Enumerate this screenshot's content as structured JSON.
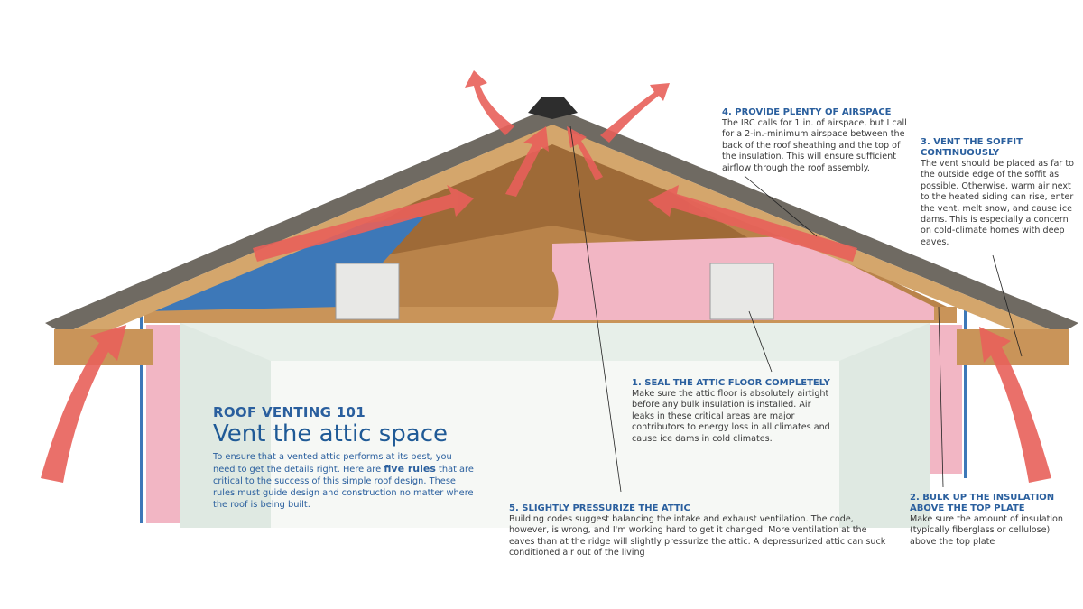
{
  "intro": {
    "kicker": "ROOF VENTING 101",
    "title": "Vent the attic space",
    "body_before": "To ensure that a vented attic performs at its best, you need to get the details right. Here are ",
    "body_bold": "five rules",
    "body_after": " that are critical to the success of this simple roof design. These rules must guide design and construction no matter where the roof is being built."
  },
  "callouts": [
    {
      "id": "seal-attic-floor",
      "title": "1. SEAL THE ATTIC FLOOR COMPLETELY",
      "text": "Make sure the attic floor is absolutely airtight before any bulk insulation is installed. Air leaks in these critical areas are major contributors to energy loss in all climates and cause ice dams in cold climates."
    },
    {
      "id": "bulk-up-insulation",
      "title": "2. BULK UP THE INSULATION ABOVE THE TOP PLATE",
      "text": "Make sure the amount of insulation (typically fiberglass or cellulose) above the top plate"
    },
    {
      "id": "vent-soffit",
      "title": "3. VENT THE SOFFIT CONTINUOUSLY",
      "text": "The vent should be placed as far to the outside edge of the soffit as possible. Otherwise, warm air next to the heated siding can rise, enter the vent, melt snow, and cause ice dams. This is especially a concern on cold-climate homes with deep eaves."
    },
    {
      "id": "airspace",
      "title": "4. PROVIDE PLENTY OF AIRSPACE",
      "text": "The IRC calls for 1 in. of airspace, but I call for a 2-in.-minimum airspace between the back of the roof sheathing and the top of the insulation. This will ensure sufficient airflow through the roof assembly."
    },
    {
      "id": "pressurize-attic",
      "title": "5. SLIGHTLY PRESSURIZE THE ATTIC",
      "text": "Building codes suggest balancing the intake and exhaust ventilation. The code, however, is wrong, and I'm working hard to get it changed. More ventilation at the eaves than at the ridge will slightly pressurize the attic. A depressurized attic can suck conditioned air out of the living"
    }
  ],
  "colors": {
    "heading": "#2a5f9e",
    "airflow_arrow": "#e8605a",
    "insulation": "#f2b6c4",
    "baffle": "#3d78b8",
    "wood": "#b9834a"
  }
}
